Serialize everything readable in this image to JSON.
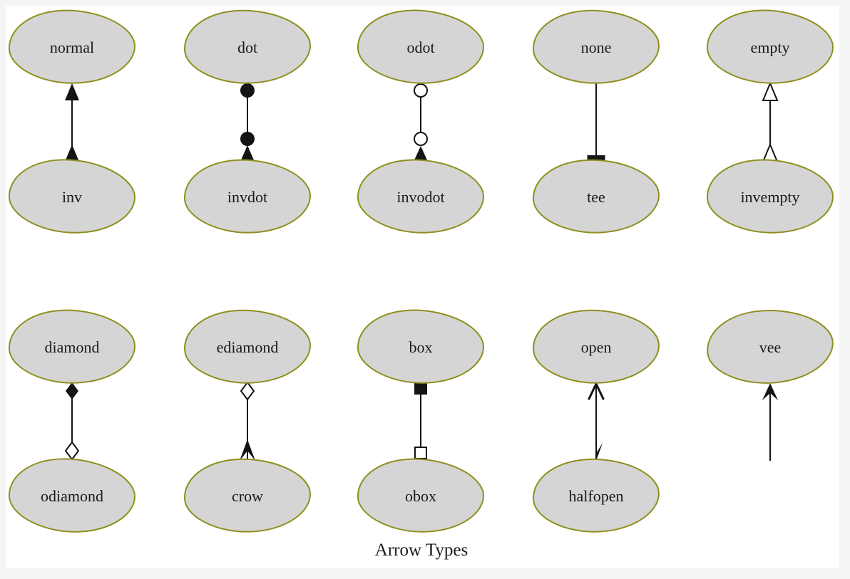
{
  "title": {
    "label": "Arrow Types"
  },
  "colors": {
    "page_bg": "#f5f5f6",
    "canvas": "#ffffff",
    "node_fill": "#d5d5d5",
    "node_border": "#8f8f1f",
    "edge": "#141414",
    "text": "#1a1a1a"
  },
  "diagram": {
    "rows": [
      {
        "pairs": [
          {
            "top": "normal",
            "bottom": "inv"
          },
          {
            "top": "dot",
            "bottom": "invdot"
          },
          {
            "top": "odot",
            "bottom": "invodot"
          },
          {
            "top": "none",
            "bottom": "tee"
          },
          {
            "top": "empty",
            "bottom": "invempty"
          }
        ]
      },
      {
        "pairs": [
          {
            "top": "diamond",
            "bottom": "odiamond"
          },
          {
            "top": "ediamond",
            "bottom": "crow"
          },
          {
            "top": "box",
            "bottom": "obox"
          },
          {
            "top": "open",
            "bottom": "halfopen"
          },
          {
            "top": "vee",
            "bottom": ""
          }
        ]
      }
    ]
  }
}
